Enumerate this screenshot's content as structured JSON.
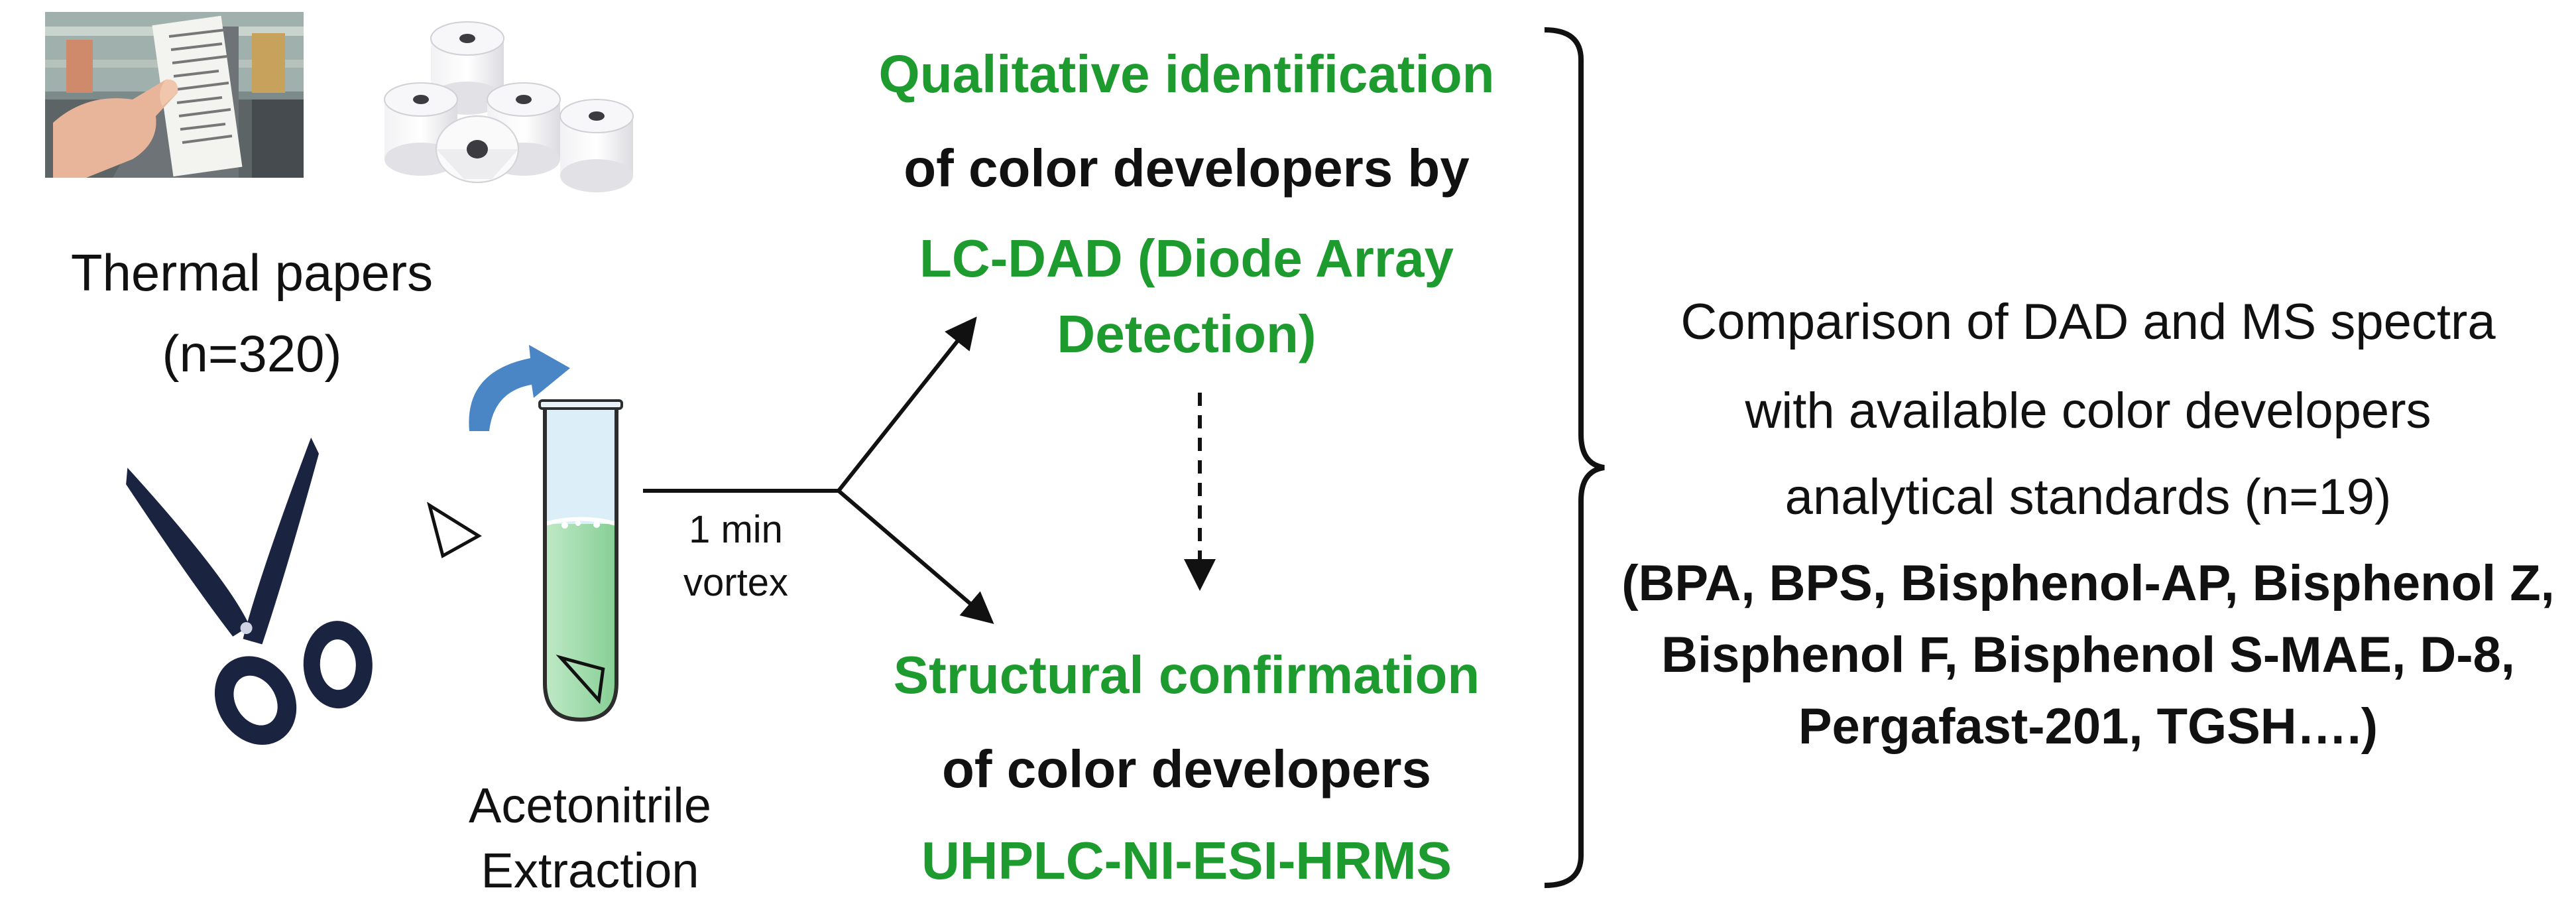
{
  "source": {
    "label_line1": "Thermal papers",
    "label_line2": "(n=320)"
  },
  "extraction": {
    "step_line1": "1 min",
    "step_line2": "vortex",
    "label_line1": "Acetonitrile",
    "label_line2": "Extraction"
  },
  "qualitative": {
    "line1": "Qualitative identification",
    "line2": "of color developers by",
    "line3": "LC-DAD (Diode Array",
    "line4": "Detection)"
  },
  "structural": {
    "line1": "Structural confirmation",
    "line2": "of color developers",
    "line3": "UHPLC-NI-ESI-HRMS"
  },
  "comparison": {
    "line1": "Comparison of DAD and MS spectra",
    "line2": "with available color developers",
    "line3": "analytical standards (n=19)",
    "list_line1": "(BPA, BPS, Bisphenol-AP, Bisphenol Z,",
    "list_line2": "Bisphenol F, Bisphenol S-MAE, D-8,",
    "list_line3": "Pergafast-201, TGSH….)"
  },
  "colors": {
    "accent_green": "#1e9b2e",
    "text": "#111111",
    "tube_liquid": "#9fdcaa",
    "tube_top": "#d8eef8",
    "curved_arrow": "#4a86c5",
    "scissors": "#1a2340"
  },
  "icons": [
    "receipt-photo-icon",
    "paper-rolls-icon",
    "scissors-icon",
    "test-tube-icon",
    "curved-arrow-icon",
    "triangle-piece-icon"
  ]
}
